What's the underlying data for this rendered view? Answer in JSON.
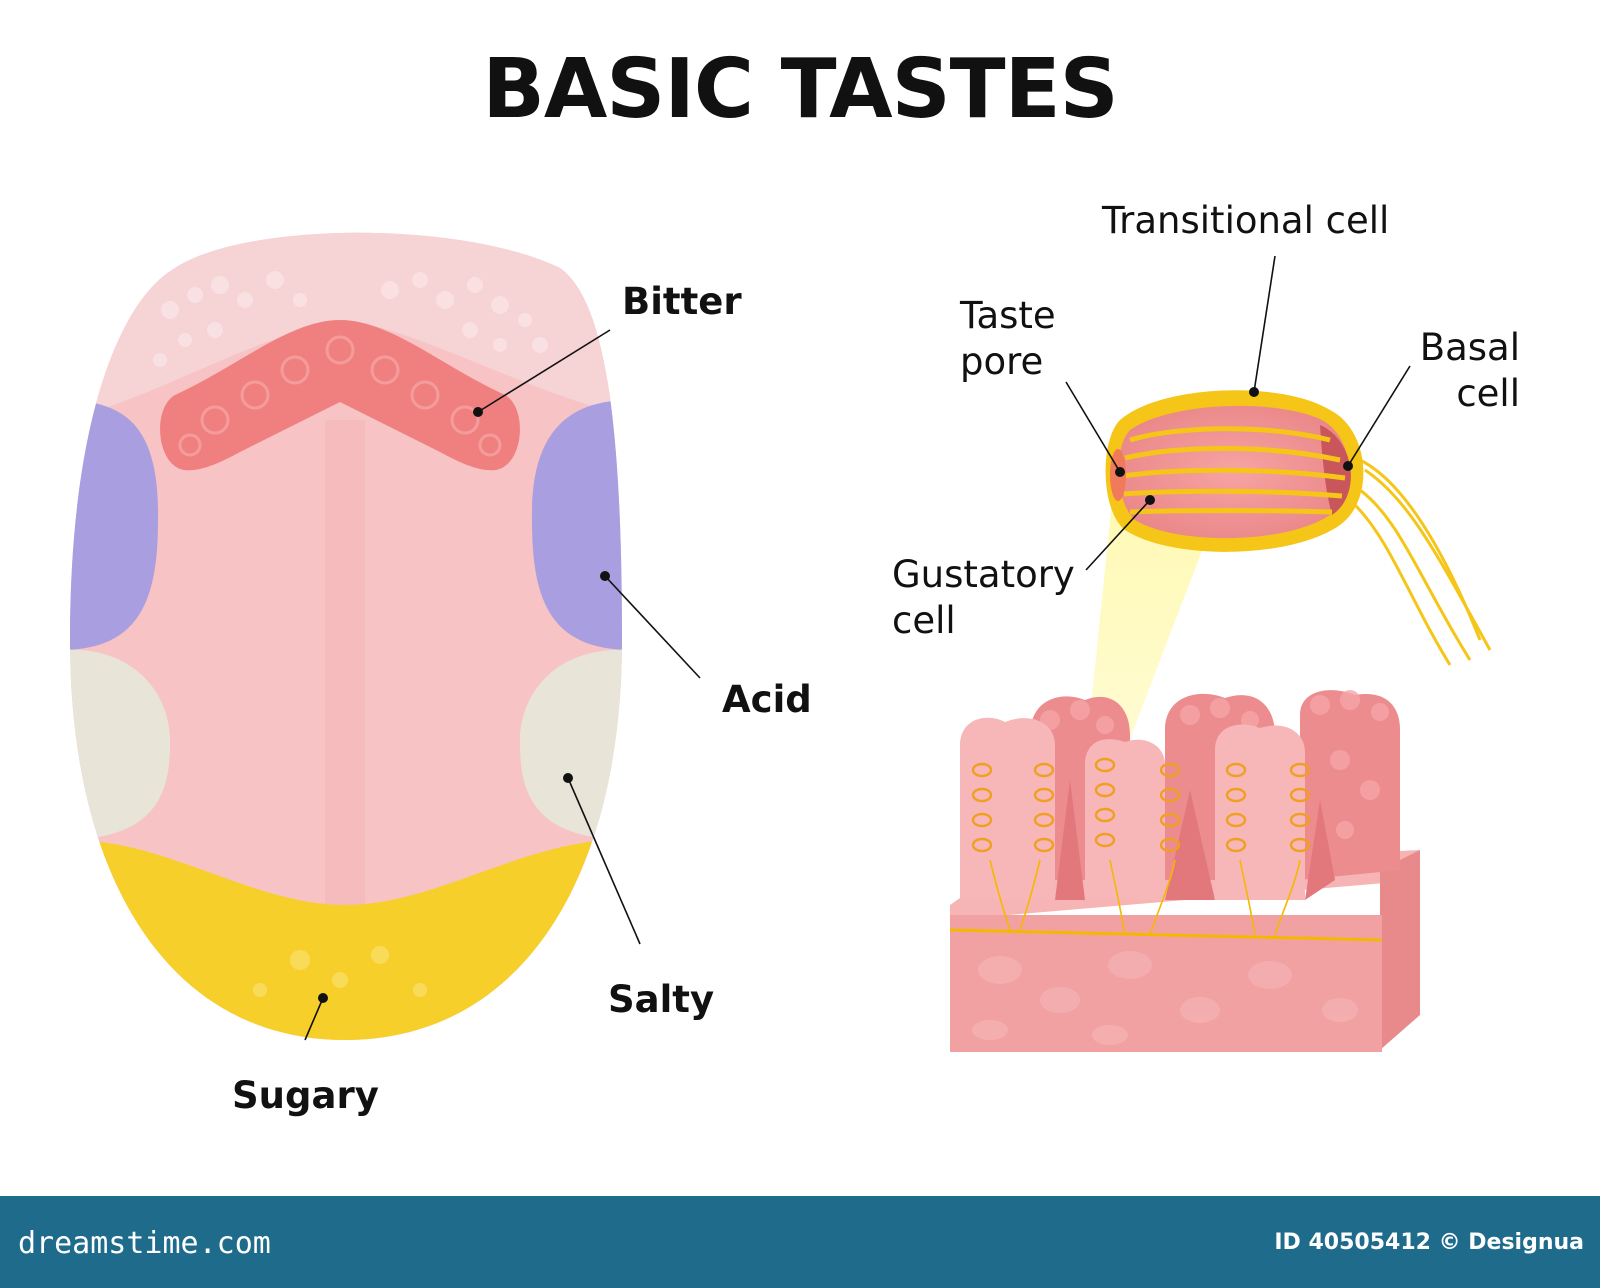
{
  "title": "BASIC TASTES",
  "tongue_labels": {
    "bitter": "Bitter",
    "acid": "Acid",
    "salty": "Salty",
    "sugary": "Sugary"
  },
  "taste_bud_labels": {
    "transitional_cell": "Transitional cell",
    "taste_pore_line1": "Taste",
    "taste_pore_line2": "pore",
    "basal_cell_line1": "Basal",
    "basal_cell_line2": "cell",
    "gustatory_cell_line1": "Gustatory",
    "gustatory_cell_line2": "cell"
  },
  "footer": {
    "brand": "dreamstime.com",
    "credit": "ID 40505412 © Designua"
  },
  "colors": {
    "tongue_base": "#f7c3c4",
    "tongue_tip_top": "#f6d6d7",
    "bitter_zone": "#f08080",
    "acid_zone": "#a89ee0",
    "salty_zone": "#e8e3d8",
    "sugary_zone": "#f7cf2a",
    "tissue_pink": "#f2a1a2",
    "footer_bg": "#1e6b8c"
  }
}
